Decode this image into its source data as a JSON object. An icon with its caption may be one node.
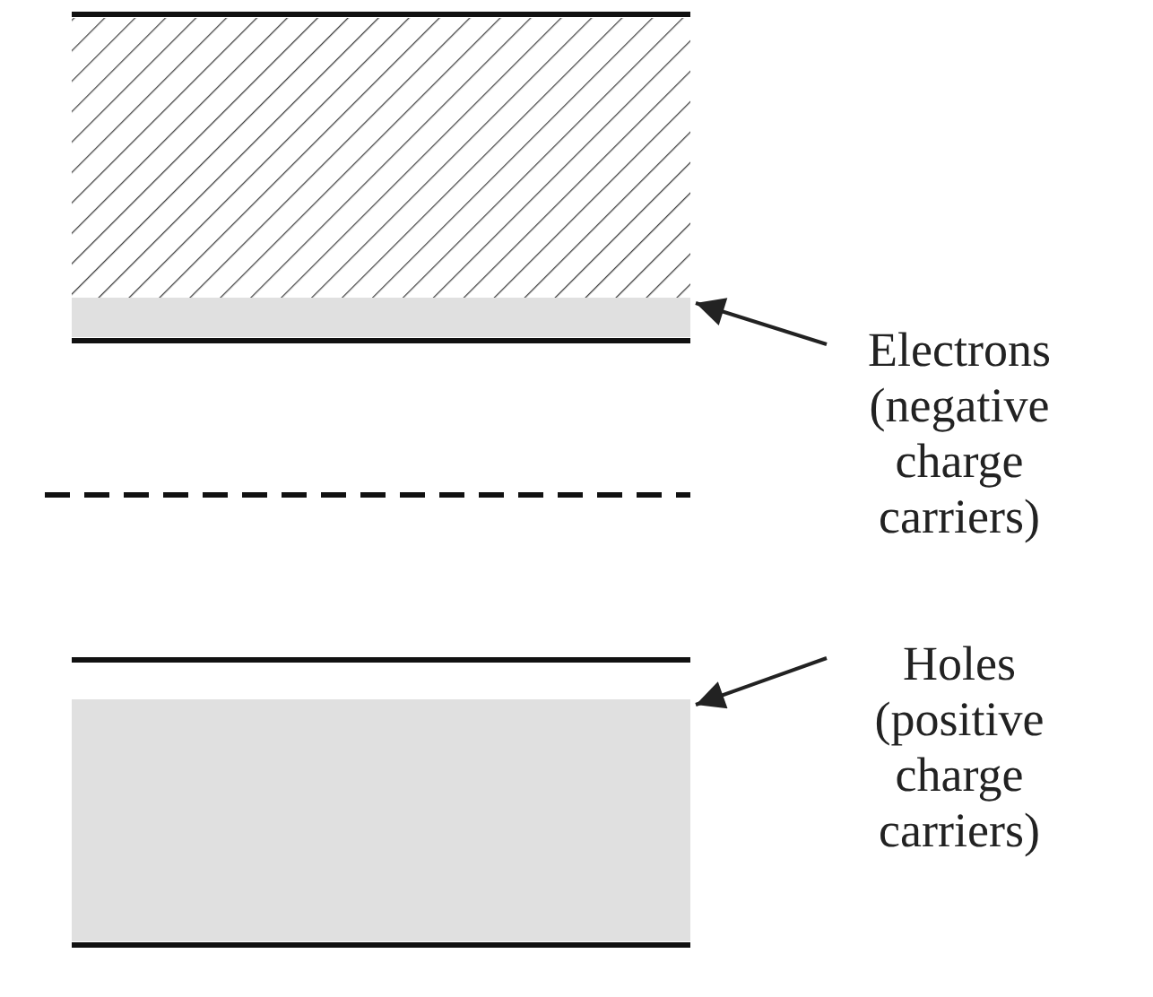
{
  "diagram": {
    "nodes": [
      {
        "text": [],
        "shape": "box"
      },
      {
        "text": [
          "Electrons (negative charge carriers)"
        ]
      },
      {
        "text": [],
        "shape": "bar"
      },
      {
        "text": [
          "Holes (positive charge carriers)"
        ]
      },
      {
        "text": [],
        "shape": "bar"
      }
    ],
    "edges": [
      {
        "from": 1,
        "to": 2,
        "arrow": "to"
      },
      {
        "from": 3,
        "to": 4,
        "arrow": "to"
      }
    ]
  }
}
